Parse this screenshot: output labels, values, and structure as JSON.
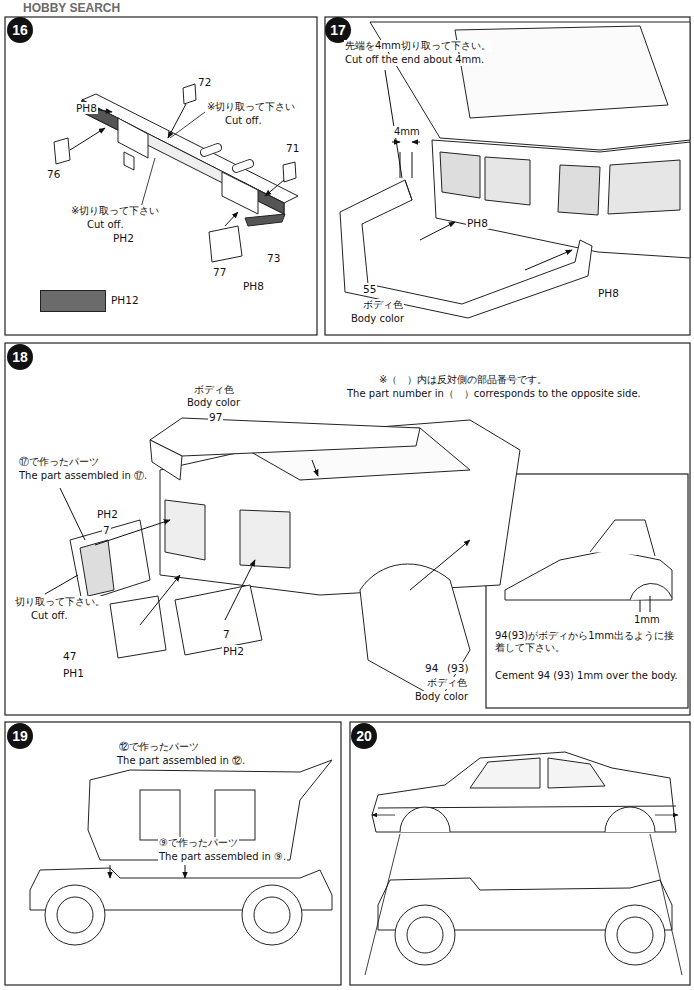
{
  "diagram": {
    "nodes": [
      {
        "text": [
          "16"
        ]
      },
      {
        "text": [
          "17"
        ]
      },
      {
        "text": [
          "18"
        ]
      },
      {
        "text": [
          "19"
        ]
      },
      {
        "text": [
          "20"
        ]
      }
    ],
    "labels": [
      "HOBBY SEARCH",
      "PH8",
      "72",
      "※切り取って下さい",
      "Cut off.",
      "76",
      "※切り取って下さい",
      "Cut off.",
      "PH2",
      "71",
      "77",
      "73",
      "PH8",
      "先端を4mm切り取って下さい。",
      "Cut off the end about 4mm.",
      "4mm",
      "PH8",
      "PH8",
      "55",
      "ボディ色",
      "Body color",
      "ボディ色",
      "Body color",
      "97",
      "※（　）内は反対側の部品番号です。",
      "The part number in（　）corresponds to the opposite side.",
      "⑰で作ったパーツ",
      "The part assembled in ⑰.",
      "PH2",
      "7",
      "切り取って下さい。",
      "Cut off.",
      "47",
      "PH1",
      "7",
      "PH2",
      "94",
      "(93)",
      "ボディ色",
      "Body color",
      "1mm",
      "94(93)がボディから1mm出るように接着して下さい。",
      "Cement 94 (93) 1mm over the body.",
      "⑫で作ったパーツ",
      "The part assembled in ⑫.",
      "⑨で作ったパーツ",
      "The part assembled in ⑨."
    ],
    "legend": [
      {
        "text": "PH12",
        "color": "#6b6b6b"
      }
    ]
  }
}
